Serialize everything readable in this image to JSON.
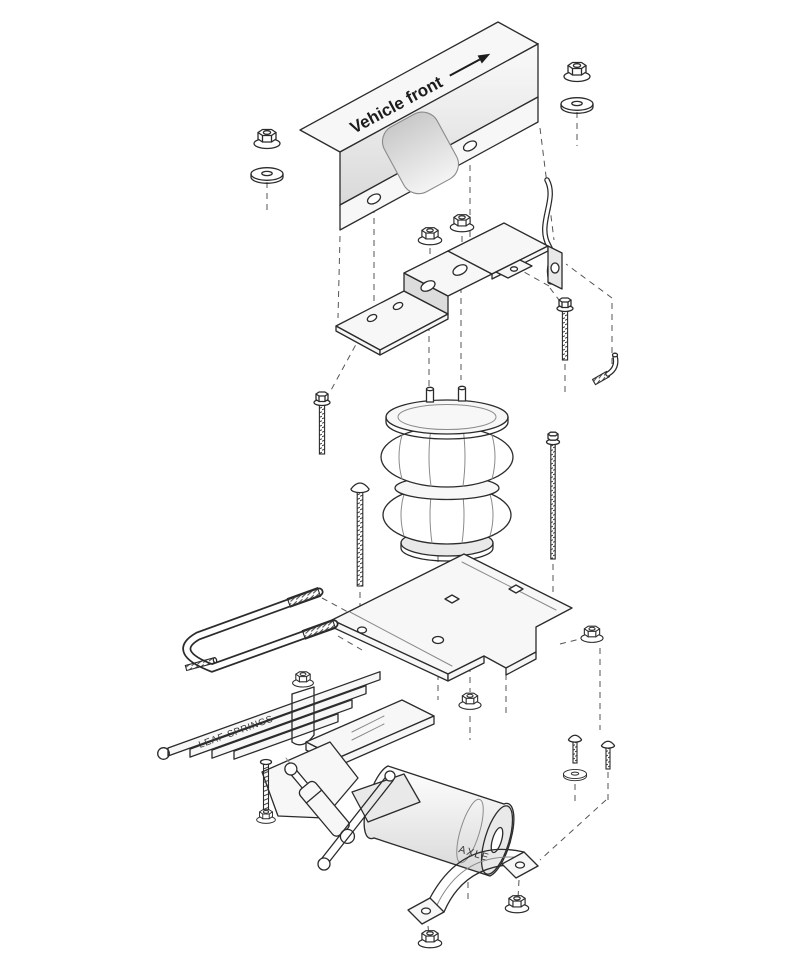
{
  "diagram": {
    "labels": {
      "vehicle_front": "Vehicle front",
      "leaf_springs": "LEAF SPRINGS",
      "axle": "AXLE"
    },
    "colors": {
      "line": "#2b2b2b",
      "background": "#ffffff",
      "shade": "#e9e9e9",
      "guide": "#555555"
    }
  }
}
